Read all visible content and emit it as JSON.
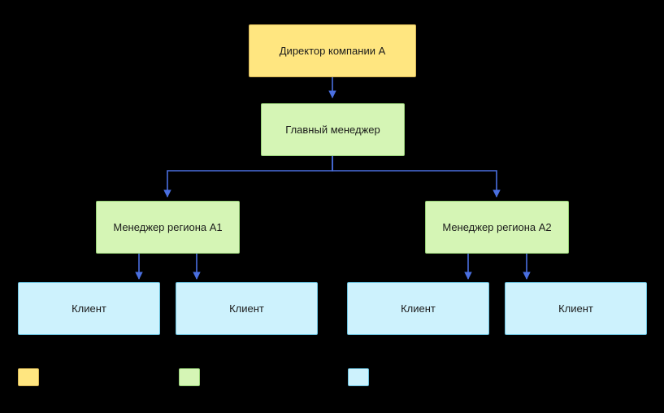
{
  "diagram": {
    "type": "org-chart",
    "background": "#000000",
    "colors": {
      "director_fill": "#ffe680",
      "director_stroke": "#d6b656",
      "manager_fill": "#d5f5b5",
      "manager_stroke": "#97d077",
      "client_fill": "#cdf2fd",
      "client_stroke": "#6cc3df",
      "edge": "#4a6fe0"
    },
    "nodes": {
      "director": {
        "label": "Директор компании А"
      },
      "head_manager": {
        "label": "Главный менеджер"
      },
      "region_a1": {
        "label": "Менеджер региона А1"
      },
      "region_a2": {
        "label": "Менеджер региона А2"
      },
      "clients": [
        {
          "label": "Клиент"
        },
        {
          "label": "Клиент"
        },
        {
          "label": "Клиент"
        },
        {
          "label": "Клиент"
        }
      ]
    },
    "legend": [
      {
        "label": "",
        "color": "#ffe680"
      },
      {
        "label": "",
        "color": "#d5f5b5"
      },
      {
        "label": "",
        "color": "#cdf2fd"
      }
    ]
  }
}
